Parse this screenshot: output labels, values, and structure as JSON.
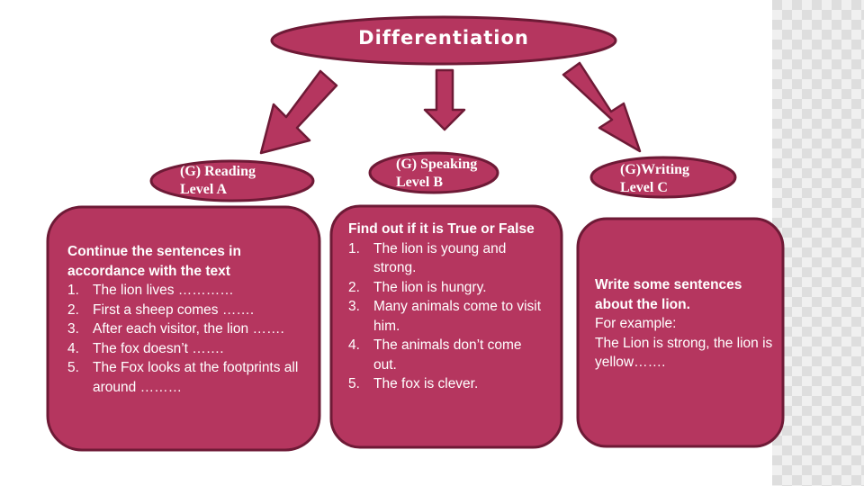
{
  "title": "Differentiation",
  "groups": [
    {
      "label_line1": "(G) Reading",
      "label_line2": "Level A"
    },
    {
      "label_line1": "(G) Speaking",
      "label_line2": "Level B"
    },
    {
      "label_line1": "(G)Writing",
      "label_line2": "Level C"
    }
  ],
  "reading": {
    "heading": "Continue the sentences in accordance with the text",
    "items": [
      {
        "num": "1.",
        "text": "The lion  lives …………"
      },
      {
        "num": "2.",
        "text": "First a sheep comes ……."
      },
      {
        "num": "3.",
        "text": "After each visitor, the lion ……."
      },
      {
        "num": "4.",
        "text": "The fox doesn’t  ……."
      },
      {
        "num": "5.",
        "text": "The Fox looks at the footprints all around ………"
      }
    ]
  },
  "speaking": {
    "heading": "Find out if it is True or False",
    "items": [
      {
        "num": "1.",
        "text": "The lion is young and strong."
      },
      {
        "num": "2.",
        "text": "The lion is hungry."
      },
      {
        "num": "3.",
        "text": "Many animals come to visit him."
      },
      {
        "num": "4.",
        "text": "The animals don’t come out."
      },
      {
        "num": "5.",
        "text": "The fox is clever."
      }
    ]
  },
  "writing": {
    "heading": "Write some sentences about the lion.",
    "line1": "For example:",
    "line2": "The Lion is strong, the lion is yellow……."
  },
  "colors": {
    "fill": "#b5365f",
    "border": "#6e1a36",
    "background_pattern": "#dedede"
  }
}
